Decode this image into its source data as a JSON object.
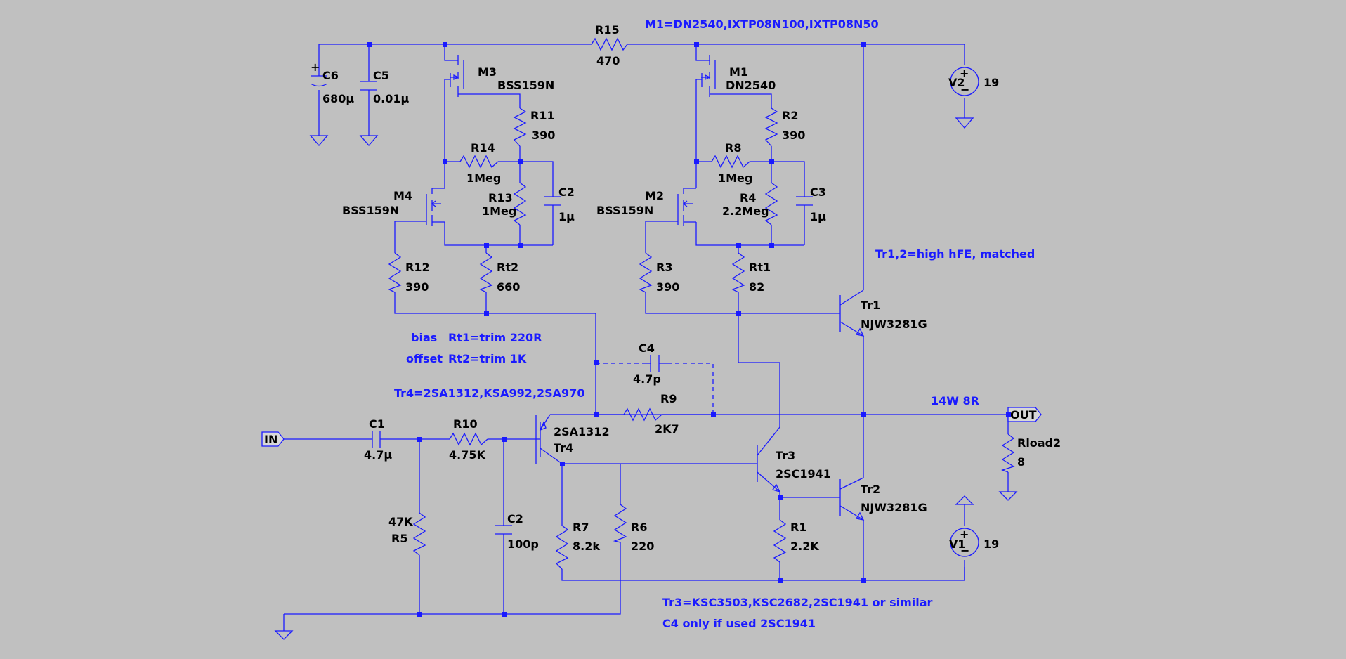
{
  "components": {
    "C6": {
      "name": "C6",
      "value": "680µ"
    },
    "C5": {
      "name": "C5",
      "value": "0.01µ"
    },
    "M3": {
      "name": "M3",
      "value": "BSS159N"
    },
    "M1": {
      "name": "M1",
      "value": "DN2540"
    },
    "R15": {
      "name": "R15",
      "value": "470"
    },
    "V2": {
      "name": "V2",
      "value": "19"
    },
    "R11": {
      "name": "R11",
      "value": "390"
    },
    "R2": {
      "name": "R2",
      "value": "390"
    },
    "R14": {
      "name": "R14",
      "value": "1Meg"
    },
    "R8": {
      "name": "R8",
      "value": "1Meg"
    },
    "M4": {
      "name": "M4",
      "value": "BSS159N"
    },
    "M2": {
      "name": "M2",
      "value": "BSS159N"
    },
    "R13": {
      "name": "R13",
      "value": "1Meg"
    },
    "R4": {
      "name": "R4",
      "value": "2.2Meg"
    },
    "C2top": {
      "name": "C2",
      "value": "1µ"
    },
    "C3": {
      "name": "C3",
      "value": "1µ"
    },
    "R12": {
      "name": "R12",
      "value": "390"
    },
    "Rt2": {
      "name": "Rt2",
      "value": "660"
    },
    "R3": {
      "name": "R3",
      "value": "390"
    },
    "Rt1": {
      "name": "Rt1",
      "value": "82"
    },
    "Tr1": {
      "name": "Tr1",
      "value": "NJW3281G"
    },
    "C4": {
      "name": "C4",
      "value": "4.7p"
    },
    "R9": {
      "name": "R9",
      "value": "2K7"
    },
    "C1": {
      "name": "C1",
      "value": "4.7µ"
    },
    "R10": {
      "name": "R10",
      "value": "4.75K"
    },
    "Tr4": {
      "name": "Tr4",
      "value": "2SA1312"
    },
    "Tr3": {
      "name": "Tr3",
      "value": "2SC1941"
    },
    "Tr2": {
      "name": "Tr2",
      "value": "NJW3281G"
    },
    "Rload2": {
      "name": "Rload2",
      "value": "8"
    },
    "V1": {
      "name": "V1",
      "value": "19"
    },
    "R5": {
      "name": "R5",
      "value": "47K"
    },
    "C2bot": {
      "name": "C2",
      "value": "100p"
    },
    "R7": {
      "name": "R7",
      "value": "8.2k"
    },
    "R6": {
      "name": "R6",
      "value": "220"
    },
    "R1": {
      "name": "R1",
      "value": "2.2K"
    }
  },
  "ports": {
    "in": "IN",
    "out": "OUT"
  },
  "symbols": {
    "v2_plus": "+",
    "v2_minus": "−",
    "v1_plus": "+",
    "v1_minus": "−",
    "c6_plus": "+"
  },
  "notes": {
    "m1_alternatives": "M1=DN2540,IXTP08N100,IXTP08N50",
    "tr12": "Tr1,2=high hFE, matched",
    "bias_label": "bias",
    "bias_value": "Rt1=trim 220R",
    "offset_label": "offset",
    "offset_value": "Rt2=trim 1K",
    "tr4_alternatives": "Tr4=2SA1312,KSA992,2SA970",
    "power": "14W 8R",
    "tr3_alternatives": "Tr3=KSC3503,KSC2682,2SC1941 or similar",
    "c4_note": "C4 only if used 2SC1941"
  },
  "colors": {
    "background": "#c0c0c0",
    "wire": "#1a1aff",
    "label": "#000000",
    "note": "#1a1aff"
  }
}
